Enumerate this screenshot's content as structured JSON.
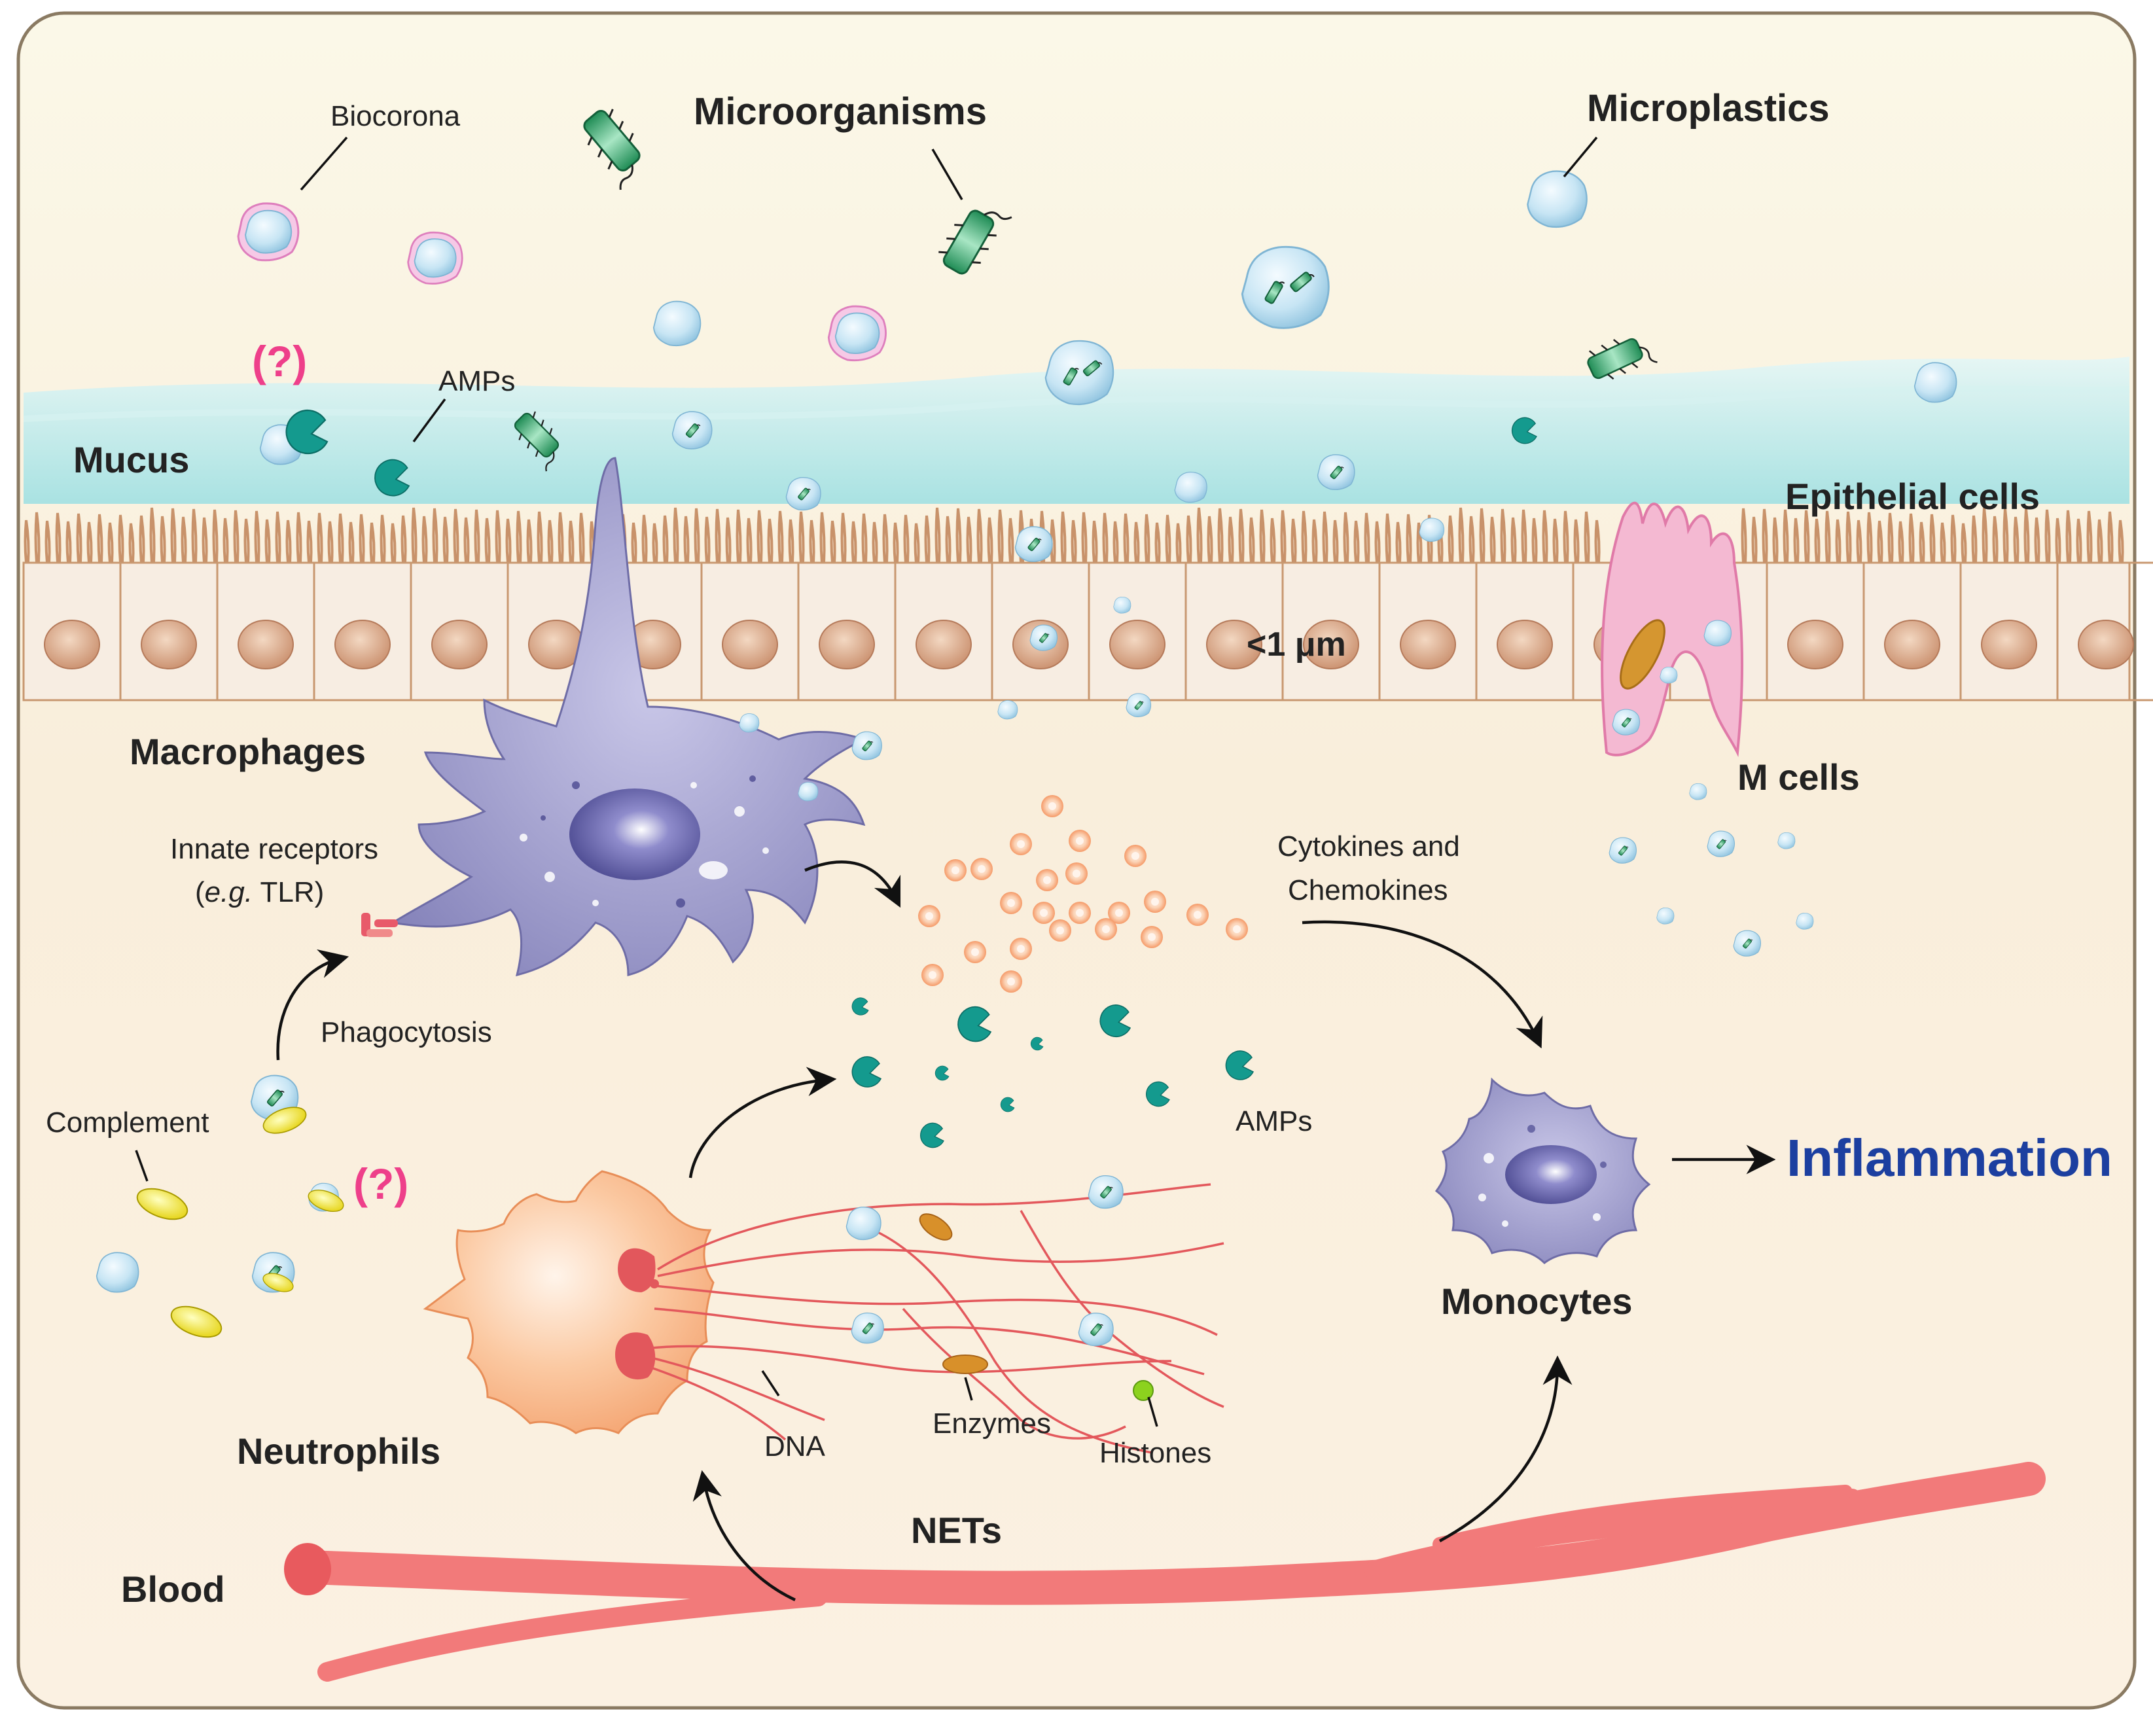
{
  "labels": {
    "biocorona": "Biocorona",
    "microorganisms": "Microorganisms",
    "microplastics": "Microplastics",
    "question_top": "(?)",
    "amps_top": "AMPs",
    "mucus": "Mucus",
    "epithelial_cells": "Epithelial cells",
    "size_label": "<1 μm",
    "macrophages": "Macrophages",
    "m_cells": "M cells",
    "innate_receptors_line1": "Innate receptors",
    "innate_receptors_eg": "e.g.",
    "innate_receptors_tlr": " TLR)",
    "innate_receptors_open": "(",
    "cytokines_line1": "Cytokines and",
    "cytokines_line2": "Chemokines",
    "phagocytosis": "Phagocytosis",
    "complement": "Complement",
    "question_bottom": "(?)",
    "amps_mid": "AMPs",
    "inflammation": "Inflammation",
    "monocytes": "Monocytes",
    "neutrophils": "Neutrophils",
    "dna": "DNA",
    "enzymes": "Enzymes",
    "histones": "Histones",
    "nets": "NETs",
    "blood": "Blood"
  },
  "colors": {
    "frame_border": "#8a7a62",
    "background_top": "#fbf7e6",
    "background_bottom": "#f8ead6",
    "mucus": "#bde9ea",
    "epithelium": "#f7ece0",
    "nucleus": "#d9a98a",
    "macrophage": "#8e8cc0",
    "neutrophil": "#f7b486",
    "blood_vessel": "#f27a7a",
    "net_fiber": "#e3585c",
    "amp": "#149a8e",
    "microplastic": "#bfe0f2",
    "biocorona_ring": "#e58bc6",
    "bacterium": "#2fa36a",
    "cytokine": "#f7a77c",
    "complement": "#f0e020",
    "enzyme": "#d8902a",
    "histone": "#8cd21e",
    "inflammation_text": "#1c3fa0",
    "question_mark": "#ee3f8a"
  }
}
